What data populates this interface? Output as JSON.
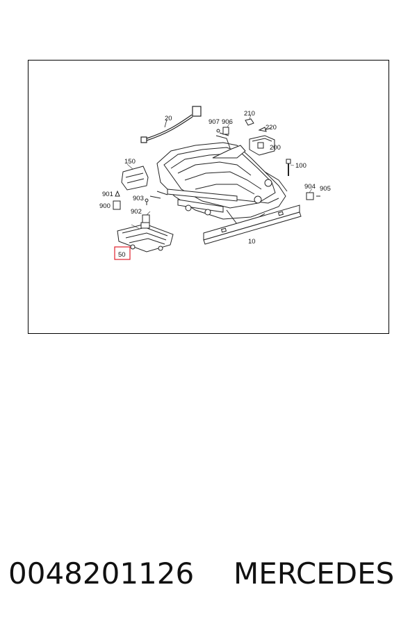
{
  "diagram": {
    "highlight_color": "#e0202c",
    "labels": {
      "p20": "20",
      "p907": "907",
      "p906": "906",
      "p210": "210",
      "p220": "220",
      "p200": "200",
      "p150": "150",
      "p100": "100",
      "p901": "901",
      "p900": "900",
      "p903": "903",
      "p902": "902",
      "p904": "904",
      "p905": "905",
      "p10": "10",
      "p50": "50"
    }
  },
  "caption": {
    "part_number": "0048201126",
    "brand": "MERCEDES"
  }
}
